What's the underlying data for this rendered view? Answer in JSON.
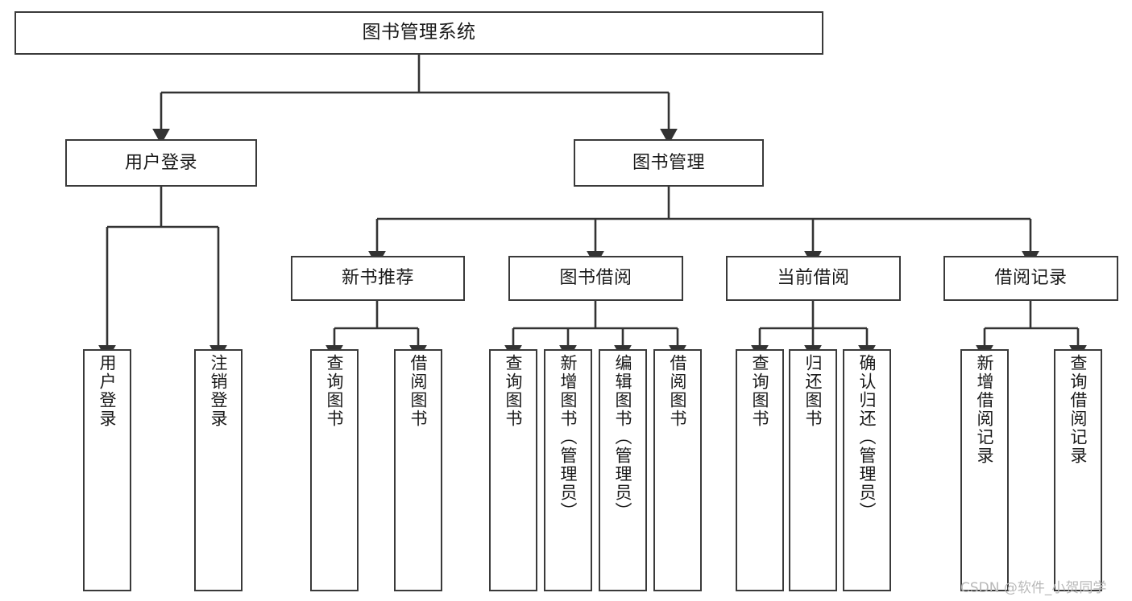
{
  "diagram": {
    "type": "tree",
    "title": "图书管理系统",
    "orientation": "top-down",
    "colors": {
      "background": "#ffffff",
      "box_fill": "#ffffff",
      "box_stroke": "#3a3a3a",
      "connector": "#333333",
      "text": "#1a1a1a",
      "watermark": "#b9b9b9"
    }
  },
  "root": {
    "label": "图书管理系统"
  },
  "level1": [
    {
      "label": "用户登录"
    },
    {
      "label": "图书管理"
    }
  ],
  "level2": [
    {
      "label": "新书推荐"
    },
    {
      "label": "图书借阅"
    },
    {
      "label": "当前借阅"
    },
    {
      "label": "借阅记录"
    }
  ],
  "leaves": {
    "user_login": [
      {
        "label": "用户登录"
      },
      {
        "label": "注销登录"
      }
    ],
    "new_book_recommend": [
      {
        "label": "查询图书"
      },
      {
        "label": "借阅图书"
      }
    ],
    "book_borrow": [
      {
        "label": "查询图书"
      },
      {
        "label": "新增图书（管理员）"
      },
      {
        "label": "编辑图书（管理员）"
      },
      {
        "label": "借阅图书"
      }
    ],
    "current_borrow": [
      {
        "label": "查询图书"
      },
      {
        "label": "归还图书"
      },
      {
        "label": "确认归还（管理员）"
      }
    ],
    "borrow_record": [
      {
        "label": "新增借阅记录"
      },
      {
        "label": "查询借阅记录"
      }
    ]
  },
  "watermark": {
    "text": "CSDN @软件_小贺同学"
  }
}
